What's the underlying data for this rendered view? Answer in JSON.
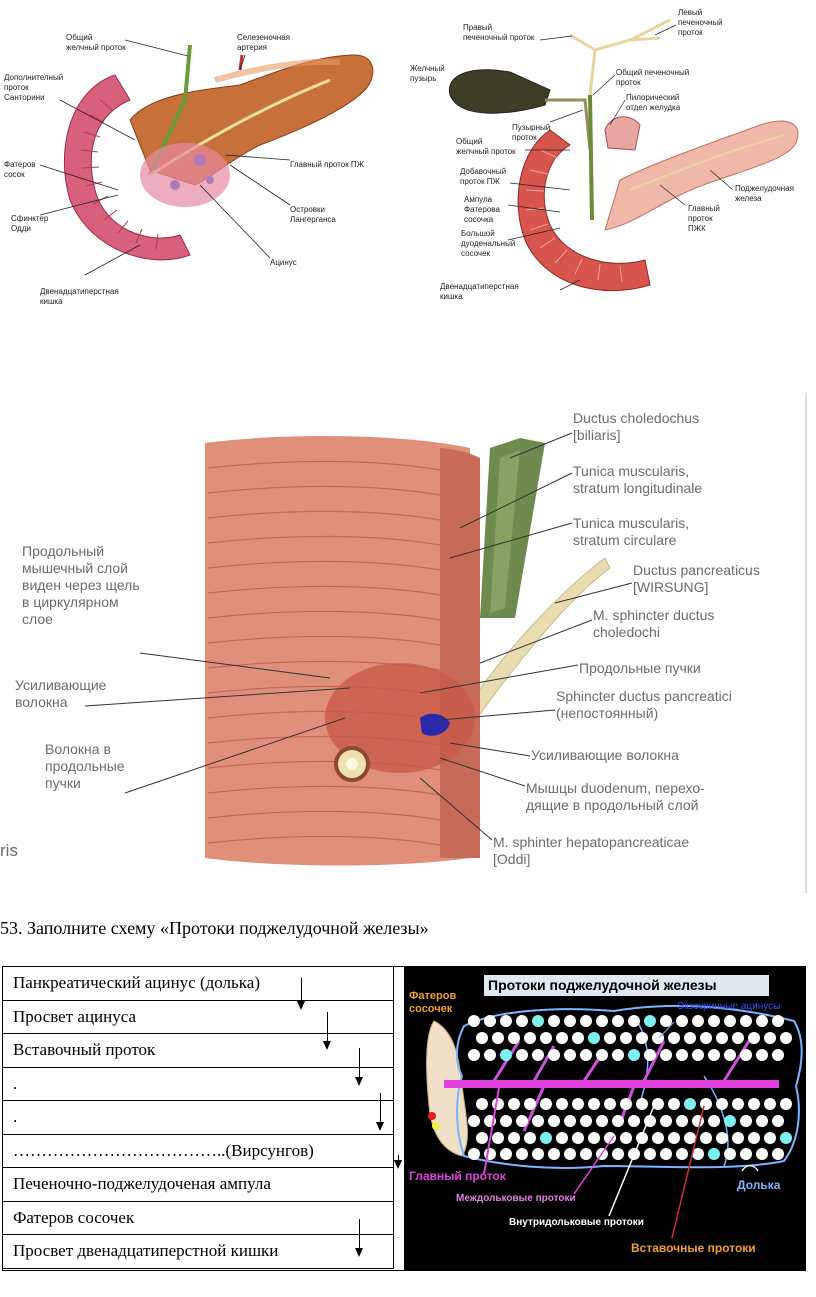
{
  "fig1": {
    "labels": {
      "common_bile_duct": "Общий\nжелчный проток",
      "splenic_artery": "Селезеночная\nартерия",
      "accessory_duct": "Дополнителный\nпроток\nСанторини",
      "papilla": "Фатеров\nсосок",
      "sphincter": "Сфинктер\nОдди",
      "main_duct": "Главный проток ПЖ",
      "islets": "Островки\nЛангерганса",
      "acinus": "Ацинус",
      "duodenum": "Двенадцатиперстная\nкишка"
    }
  },
  "fig2": {
    "labels": {
      "right_hepatic": "Правый\nпеченочный проток",
      "left_hepatic": "Левый\nпеченочный\nпроток",
      "gallbladder": "Желчный\nпузырь",
      "common_hepatic": "Общий печеночный\nпроток",
      "pyloric": "Пилорический\nотдел желудка",
      "cystic_duct": "Пузырный\nпроток",
      "common_bile_duct": "Общий\nжелчный проток",
      "accessory_duct": "Добавочный\nпроток ПЖ",
      "ampulla": "Ампула\nФатерова\nсосочка",
      "major_papilla": "Большой\nдуоденальный\nсосочек",
      "duodenum": "Двенадцатиперстная\nкишка",
      "pancreas": "Поджелудочная\nжелеза",
      "main_duct": "Главный\nпроток\nПЖК"
    }
  },
  "fig3": {
    "labels": {
      "choledochus": "Ductus choledochus\n[biliaris]",
      "tunica_long": "Tunica muscularis,\nstratum longitudinale",
      "tunica_circ": "Tunica muscularis,\nstratum circulare",
      "pancreaticus": "Ductus pancreaticus\n[WIRSUNG]",
      "sphincter_chol": "M. sphincter ductus\ncholedochi",
      "long_bundles": "Продольные пучки",
      "sphincter_panc": "Sphincter ductus pancreatici\n(непостоянный)",
      "reinforcing_right": "Усиливающие волокна",
      "duodenum_muscles": "Мышцы duodenum, перехо-\nдящие в продольный слой",
      "oddi": "M. sphinter hepatopancreaticae\n[Oddi]",
      "long_layer": "Продольный\nмышечный слой\nвиден через щель\nв циркулярном\nслое",
      "reinforcing_left": "Усиливающие\nволокна",
      "fibers_to_bundles": "Волокна в\nпродольные\nпучки",
      "edge": "ris"
    }
  },
  "question": "53. Заполните схему «Протоки поджелудочной железы»",
  "steps": [
    "Панкреатический ацинус (долька)",
    "Просвет ацинуса",
    "Вставочный проток",
    ".",
    ".",
    "………………………………..(Вирсунгов)",
    "Печеночно-поджелудоченая ампула",
    "Фатеров сосочек",
    "Просвет двенадцатиперстной кишки"
  ],
  "diagram": {
    "title": "Протоки поджелудочной железы",
    "papilla_label": "Фатеров\nсосочек",
    "exocrine": "Экзокринные ацинусы",
    "main_duct": "Главный проток",
    "interlobular": "Междольковые протоки",
    "intralobular": "Внутридольковые протоки",
    "intercalated": "Вставочные протоки",
    "lobule": "Долька",
    "colors": {
      "background": "#000000",
      "main_duct": "#e040e0",
      "lobe_outline": "#7fb3ff",
      "cyan_cell": "#7ff0f0",
      "orange": "#f0a030",
      "title_bg": "#dfe8ef"
    }
  }
}
